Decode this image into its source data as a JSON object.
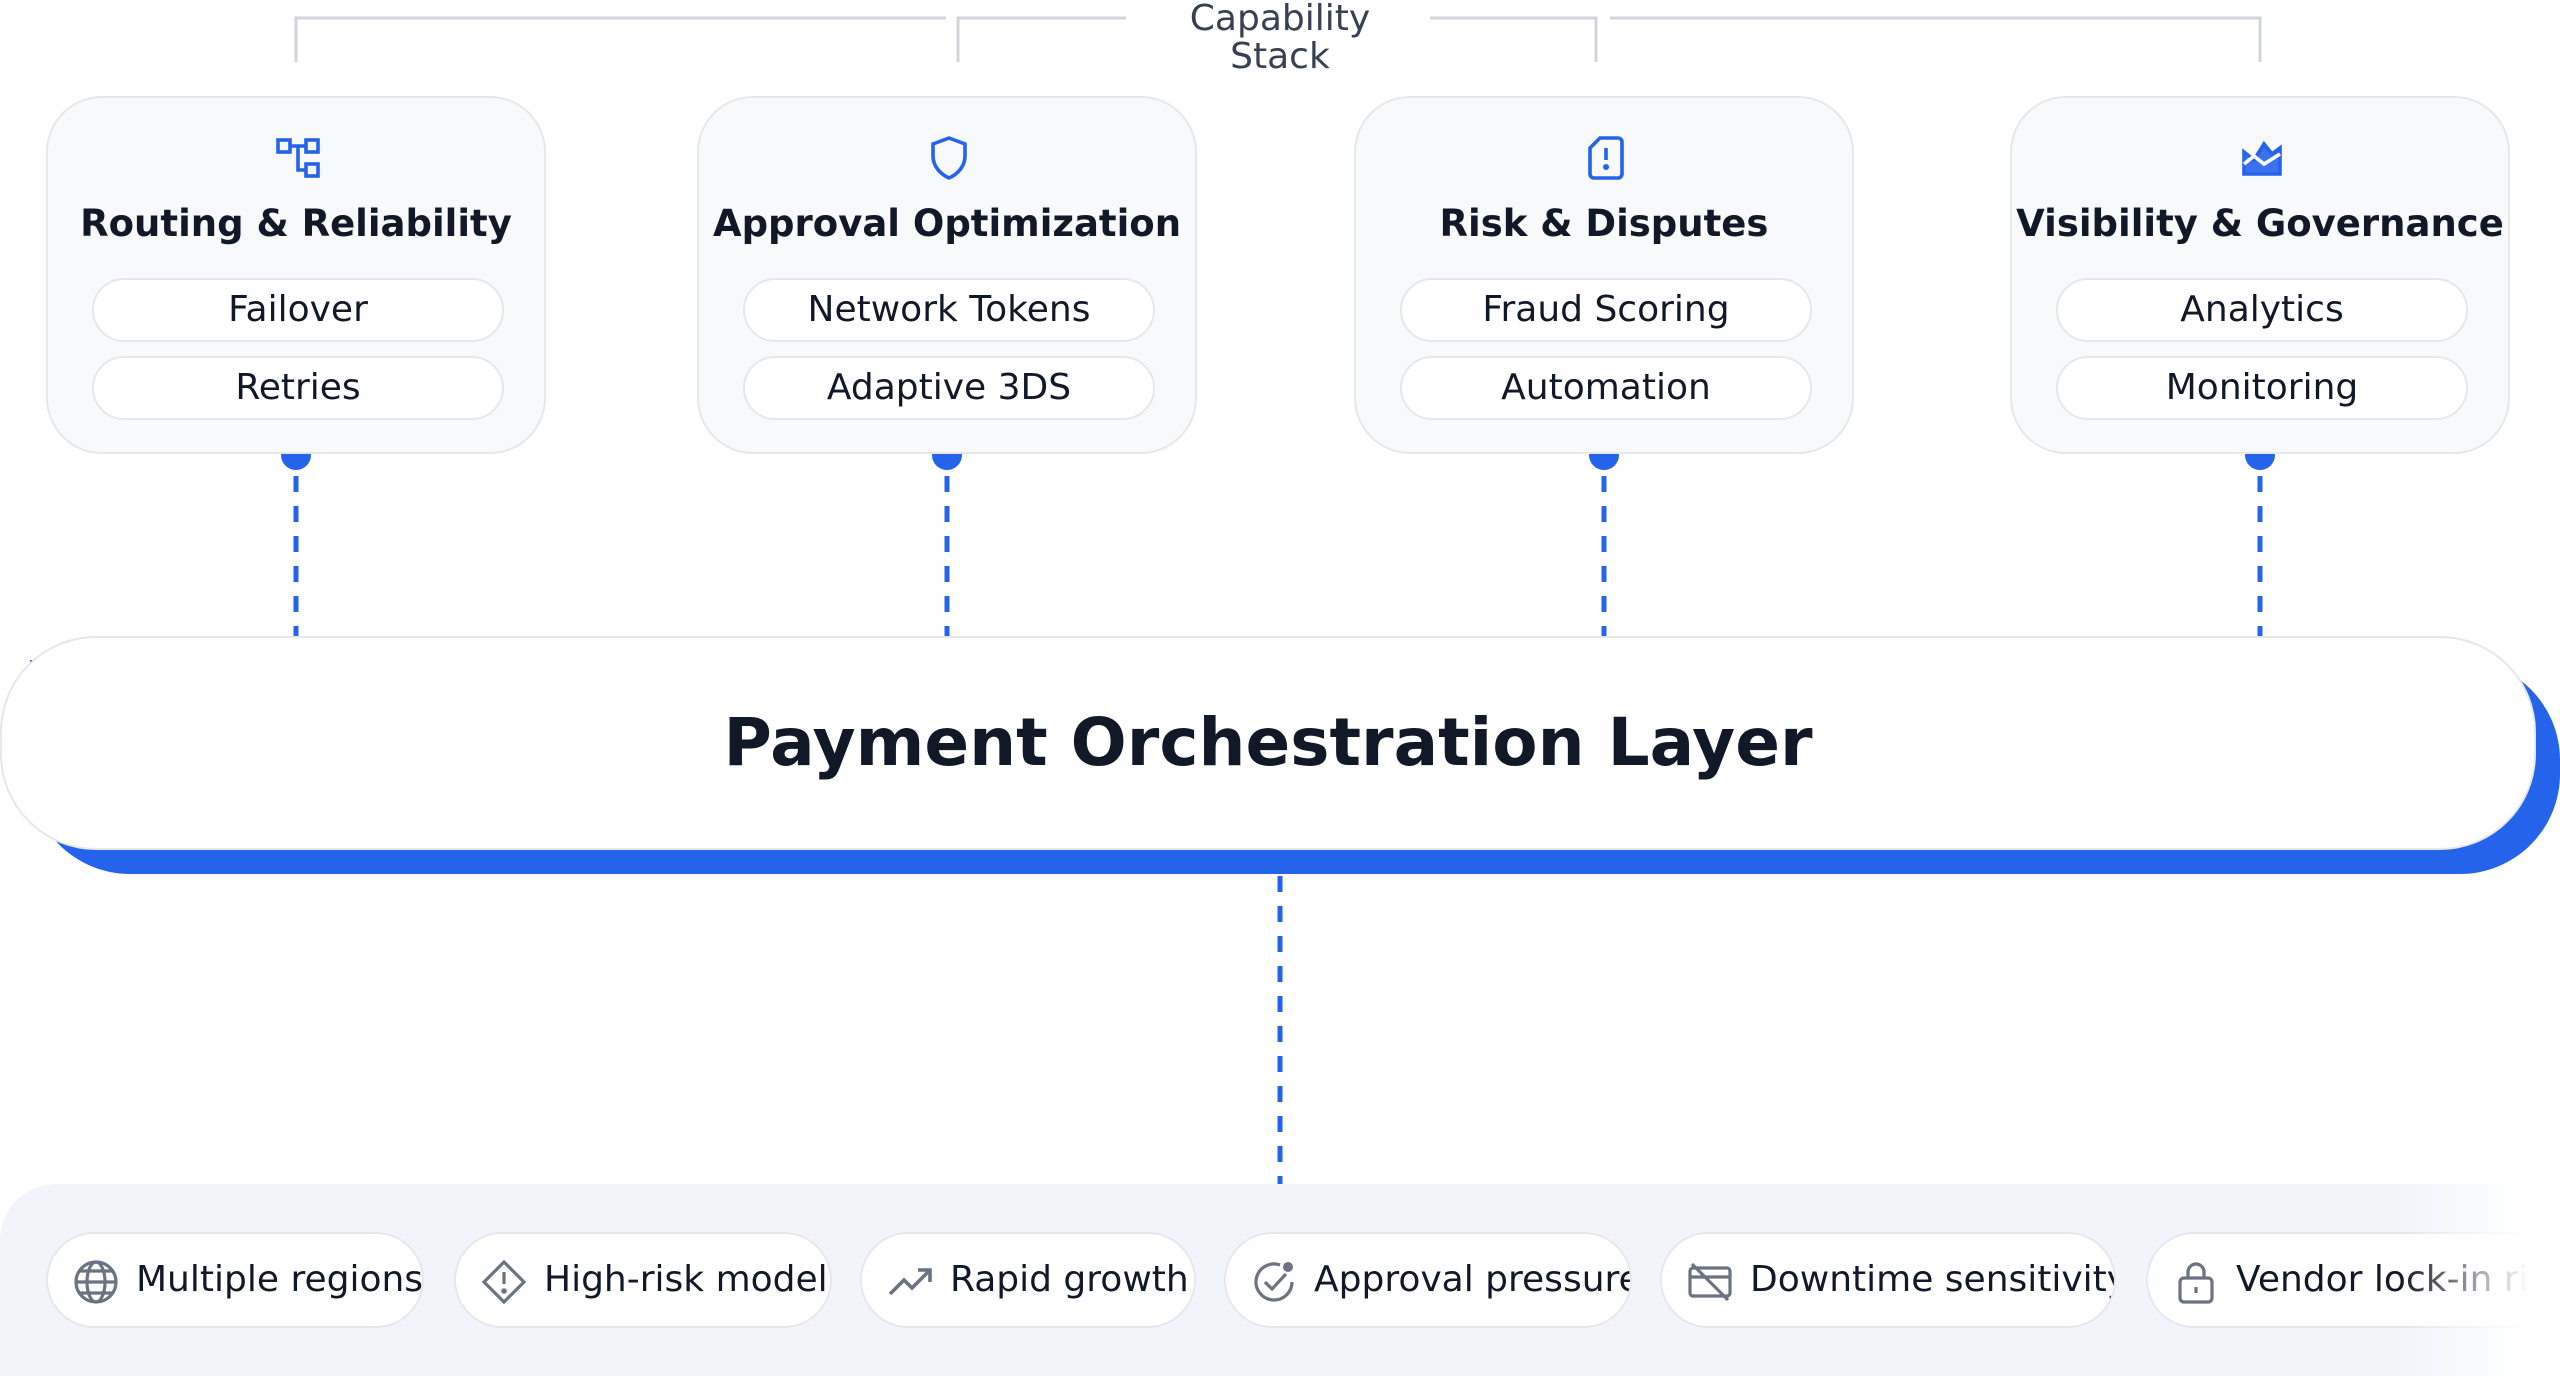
{
  "stack_title": "Capability Stack",
  "colors": {
    "accent": "#2563eb",
    "card_bg": "#f8f9fb",
    "border": "#e5e7eb",
    "strip_bg": "#f1f5fb"
  },
  "capabilities": [
    {
      "icon": "flow-nodes-icon",
      "title": "Routing & Reliability",
      "items": [
        "Failover",
        "Retries"
      ]
    },
    {
      "icon": "shield-icon",
      "title": "Approval Optimization",
      "items": [
        "Network Tokens",
        "Adaptive 3DS"
      ]
    },
    {
      "icon": "alert-document-icon",
      "title": "Risk & Disputes",
      "items": [
        "Fraud Scoring",
        "Automation"
      ]
    },
    {
      "icon": "chart-area-icon",
      "title": "Visibility & Governance",
      "items": [
        "Analytics",
        "Monitoring"
      ]
    }
  ],
  "layer": {
    "title": "Payment Orchestration Layer"
  },
  "challenges": [
    {
      "icon": "globe-icon",
      "label": "Multiple regions"
    },
    {
      "icon": "warning-diamond-icon",
      "label": "High-risk model"
    },
    {
      "icon": "trend-up-icon",
      "label": "Rapid growth"
    },
    {
      "icon": "check-circle-icon",
      "label": "Approval pressure"
    },
    {
      "icon": "card-off-icon",
      "label": "Downtime sensitivity"
    },
    {
      "icon": "lock-icon",
      "label": "Vendor lock-in risk"
    }
  ]
}
